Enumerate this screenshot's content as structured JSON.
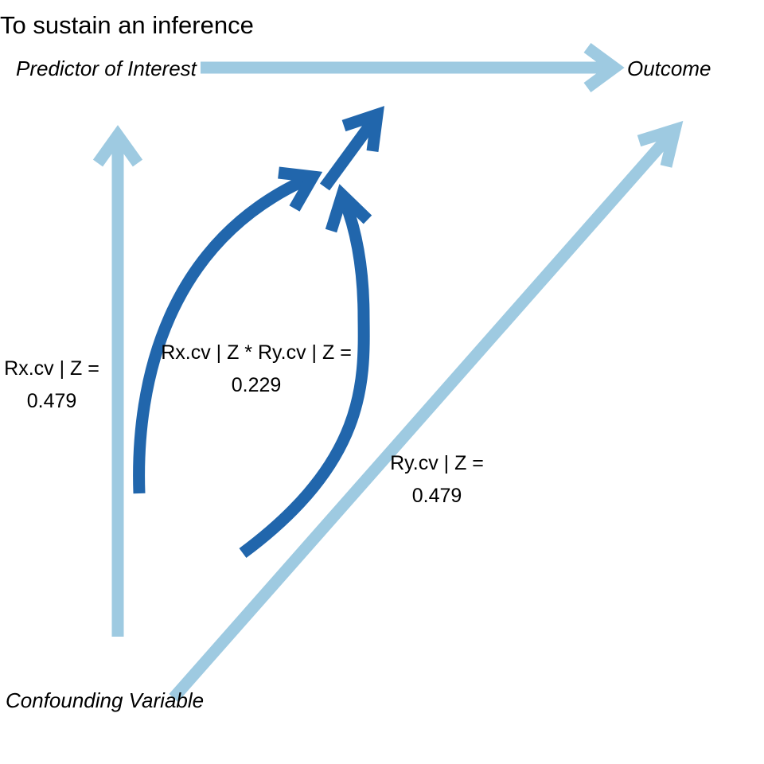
{
  "title": "To sustain an inference",
  "nodes": {
    "predictor": "Predictor of Interest",
    "outcome": "Outcome",
    "confounder": "Confounding Variable"
  },
  "edges": {
    "rx": {
      "line1": "Rx.cv | Z =",
      "line2": "0.479"
    },
    "ry": {
      "line1": "Ry.cv | Z =",
      "line2": "0.479"
    },
    "product": {
      "line1": "Rx.cv | Z * Ry.cv | Z =",
      "line2": "0.229"
    }
  },
  "colors": {
    "light_arrow": "#9ecae1",
    "dark_arrow": "#2166ac",
    "text": "#000000",
    "background": "#ffffff"
  }
}
